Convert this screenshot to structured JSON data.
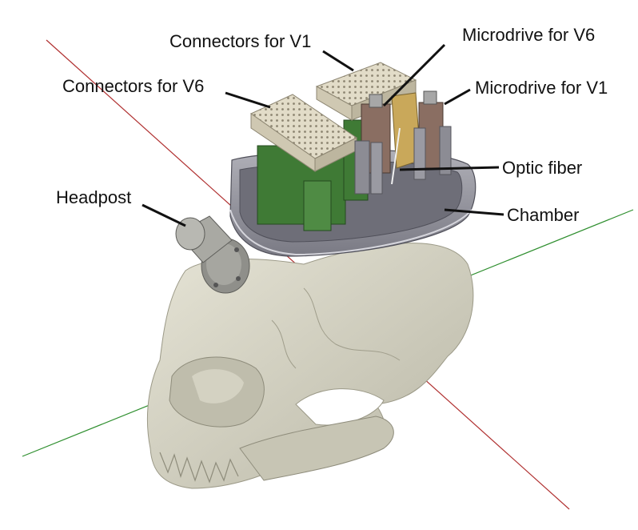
{
  "labels": {
    "connectors_v1": "Connectors for V1",
    "connectors_v6": "Connectors for V6",
    "microdrive_v6": "Microdrive for V6",
    "microdrive_v1": "Microdrive for V1",
    "optic_fiber": "Optic fiber",
    "chamber": "Chamber",
    "headpost": "Headpost"
  },
  "colors": {
    "skull": "#d7d5c6",
    "skull_shadow": "#a9a795",
    "chamber": "#9a9aa2",
    "chamber_dark": "#6e6e78",
    "connector": "#e2dcc8",
    "pcb": "#3f7a35",
    "microdrive": "#8a6e62",
    "microdrive_gold": "#c9a85a",
    "headpost": "#9a9a94",
    "axis_red": "#b03030",
    "axis_green": "#2f8f2f",
    "leader": "#111111"
  }
}
